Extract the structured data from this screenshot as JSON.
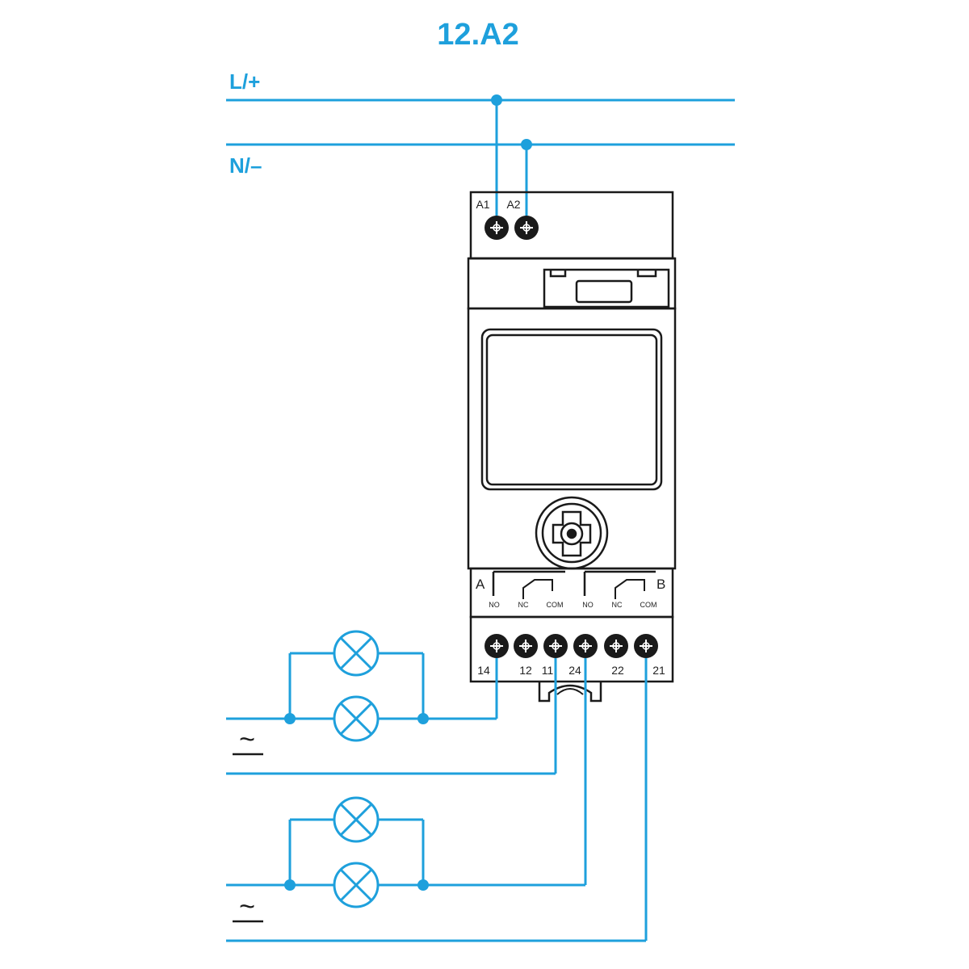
{
  "title": "12.A2",
  "rails": {
    "line": "L/+",
    "neutral": "N/–"
  },
  "supply_terminals": [
    "A1",
    "A2"
  ],
  "channels": {
    "a": "A",
    "b": "B"
  },
  "contact_labels": {
    "a": [
      "NO",
      "NC",
      "COM"
    ],
    "b": [
      "NO",
      "NC",
      "COM"
    ]
  },
  "output_terminals": [
    "14",
    "12",
    "11",
    "24",
    "22",
    "21"
  ],
  "ac_symbol": "~",
  "colors": {
    "wire": "#1ea0dc",
    "device": "#1a1a1a",
    "background": "#ffffff"
  }
}
